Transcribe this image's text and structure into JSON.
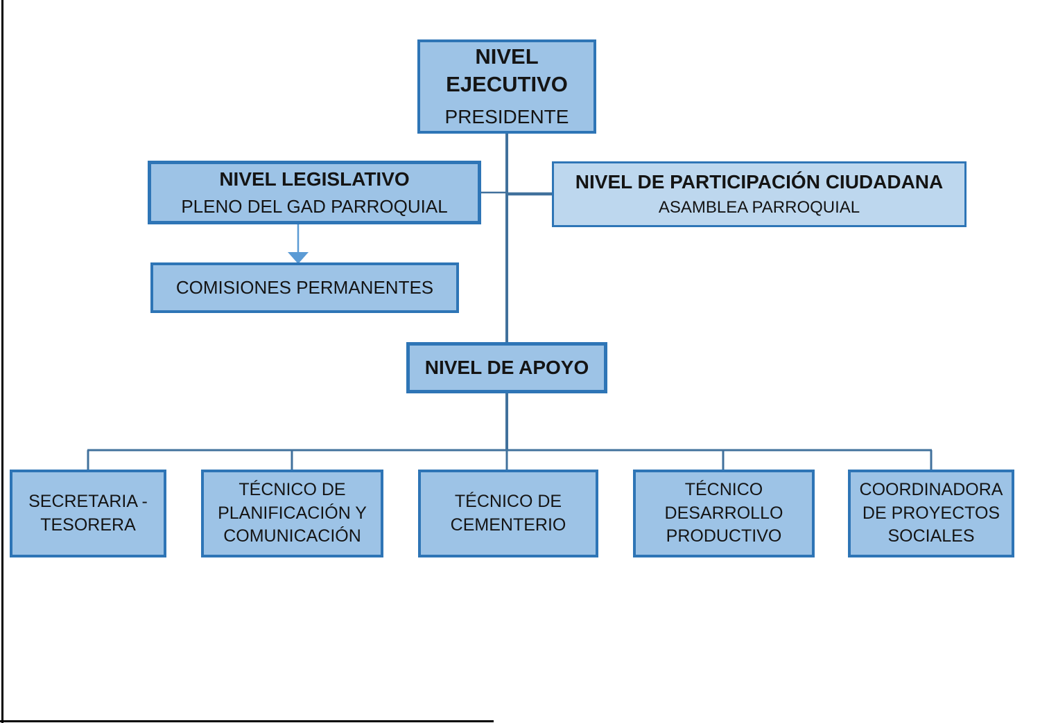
{
  "org_chart": {
    "type": "org-chart",
    "nodes": [
      {
        "id": "nivel-ejecutivo",
        "title": "NIVEL\nEJECUTIVO",
        "subtitle": "PRESIDENTE"
      },
      {
        "id": "nivel-legislativo",
        "title": "NIVEL LEGISLATIVO",
        "subtitle": "PLENO DEL GAD PARROQUIAL"
      },
      {
        "id": "nivel-de-participacion-ciudadana",
        "title": "NIVEL DE PARTICIPACIÓN CIUDADANA",
        "subtitle": "ASAMBLEA PARROQUIAL"
      },
      {
        "id": "comisiones-permanentes",
        "title": "COMISIONES PERMANENTES"
      },
      {
        "id": "nivel-de-apoyo",
        "title": "NIVEL DE APOYO"
      },
      {
        "id": "secretaria-tesorera",
        "title": "SECRETARIA -\nTESORERA"
      },
      {
        "id": "tecnico-de-planificacion-y-comunicacion",
        "title": "TÉCNICO DE\nPLANIFICACIÓN Y\nCOMUNICACIÓN"
      },
      {
        "id": "tecnico-de-cementerio",
        "title": "TÉCNICO DE\nCEMENTERIO"
      },
      {
        "id": "tecnico-desarrollo-productivo",
        "title": "TÉCNICO\nDESARROLLO\nPRODUCTIVO"
      },
      {
        "id": "coordinadora-de-proyectos-sociales",
        "title": "COORDINADORA\nDE PROYECTOS\nSOCIALES"
      }
    ],
    "edges": [
      {
        "from": "nivel-ejecutivo",
        "to": "nivel-de-apoyo",
        "type": "line"
      },
      {
        "from": "nivel-legislativo",
        "to": "spine",
        "type": "line"
      },
      {
        "from": "nivel-de-participacion-ciudadana",
        "to": "spine",
        "type": "line"
      },
      {
        "from": "nivel-legislativo",
        "to": "comisiones-permanentes",
        "type": "arrow"
      },
      {
        "from": "nivel-de-apoyo",
        "to": "secretaria-tesorera",
        "type": "line"
      },
      {
        "from": "nivel-de-apoyo",
        "to": "tecnico-de-planificacion-y-comunicacion",
        "type": "line"
      },
      {
        "from": "nivel-de-apoyo",
        "to": "tecnico-de-cementerio",
        "type": "line"
      },
      {
        "from": "nivel-de-apoyo",
        "to": "tecnico-desarrollo-productivo",
        "type": "line"
      },
      {
        "from": "nivel-de-apoyo",
        "to": "coordinadora-de-proyectos-sociales",
        "type": "line"
      }
    ],
    "colors": {
      "box_fill": "#9DC3E6",
      "box_fill_light": "#BDD7EE",
      "box_border": "#2E75B6",
      "connector": "#41719C",
      "arrow": "#5B9BD5",
      "frame_border": "#000000",
      "text": "#141414"
    }
  }
}
